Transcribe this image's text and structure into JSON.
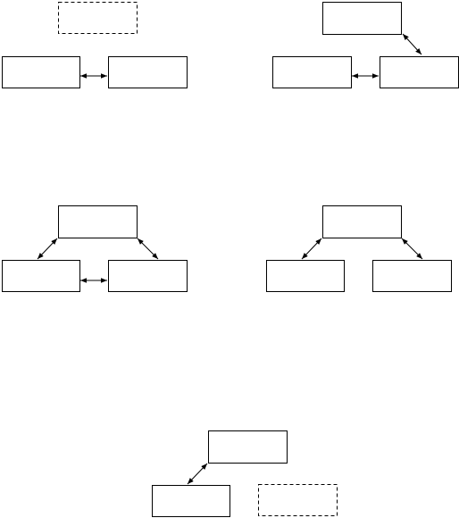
{
  "diagram": {
    "stroke_color": "#000000",
    "background": "#ffffff",
    "panels": [
      {
        "id": "panel-1",
        "boxes": [
          {
            "id": "p1-top-dashed",
            "style": "dashed"
          },
          {
            "id": "p1-left",
            "style": "solid"
          },
          {
            "id": "p1-right",
            "style": "solid"
          }
        ],
        "arrows": [
          {
            "id": "p1-left-right",
            "heads": "both"
          }
        ]
      },
      {
        "id": "panel-2",
        "boxes": [
          {
            "id": "p2-top",
            "style": "solid"
          },
          {
            "id": "p2-left",
            "style": "solid"
          },
          {
            "id": "p2-right",
            "style": "solid"
          }
        ],
        "arrows": [
          {
            "id": "p2-top-right",
            "heads": "both"
          },
          {
            "id": "p2-left-right",
            "heads": "both"
          }
        ]
      },
      {
        "id": "panel-3",
        "boxes": [
          {
            "id": "p3-top",
            "style": "solid"
          },
          {
            "id": "p3-left",
            "style": "solid"
          },
          {
            "id": "p3-right",
            "style": "solid"
          }
        ],
        "arrows": [
          {
            "id": "p3-top-left",
            "heads": "both"
          },
          {
            "id": "p3-top-right",
            "heads": "both"
          },
          {
            "id": "p3-left-right",
            "heads": "both"
          }
        ]
      },
      {
        "id": "panel-4",
        "boxes": [
          {
            "id": "p4-top",
            "style": "solid"
          },
          {
            "id": "p4-left",
            "style": "solid"
          },
          {
            "id": "p4-right",
            "style": "solid"
          }
        ],
        "arrows": [
          {
            "id": "p4-top-left",
            "heads": "both"
          },
          {
            "id": "p4-top-right",
            "heads": "both"
          }
        ]
      },
      {
        "id": "panel-5",
        "boxes": [
          {
            "id": "p5-top",
            "style": "solid"
          },
          {
            "id": "p5-left",
            "style": "solid"
          },
          {
            "id": "p5-right-dashed",
            "style": "dashed"
          }
        ],
        "arrows": [
          {
            "id": "p5-top-left",
            "heads": "both"
          }
        ]
      }
    ]
  }
}
